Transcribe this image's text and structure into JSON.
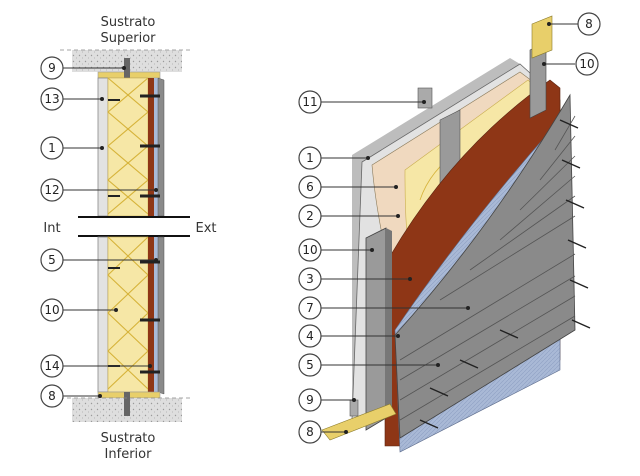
{
  "labels": {
    "top_substrate": [
      "Sustrato",
      "Superior"
    ],
    "bottom_substrate": [
      "Sustrato",
      "Inferior"
    ],
    "interior": "Int",
    "exterior": "Ext"
  },
  "section_callouts": [
    "9",
    "13",
    "1",
    "12",
    "5",
    "10",
    "14",
    "8"
  ],
  "iso_callouts_left": [
    "11",
    "1",
    "6",
    "2",
    "10",
    "3",
    "7",
    "4",
    "5",
    "9",
    "8"
  ],
  "iso_callouts_right": [
    "8",
    "10"
  ],
  "colors": {
    "insulation": "#f6e7a6",
    "insulation_truss": "#d6b33a",
    "drywall": "#e2e2e2",
    "stud": "#9a9a9a",
    "sheathing_brown": "#8e3616",
    "membrane_blue": "#a9b9d6",
    "siding": "#8a8a8a",
    "beige": "#f0d9bf",
    "concrete": "#dcdcdc",
    "bracket_gold": "#e8cf6a"
  }
}
